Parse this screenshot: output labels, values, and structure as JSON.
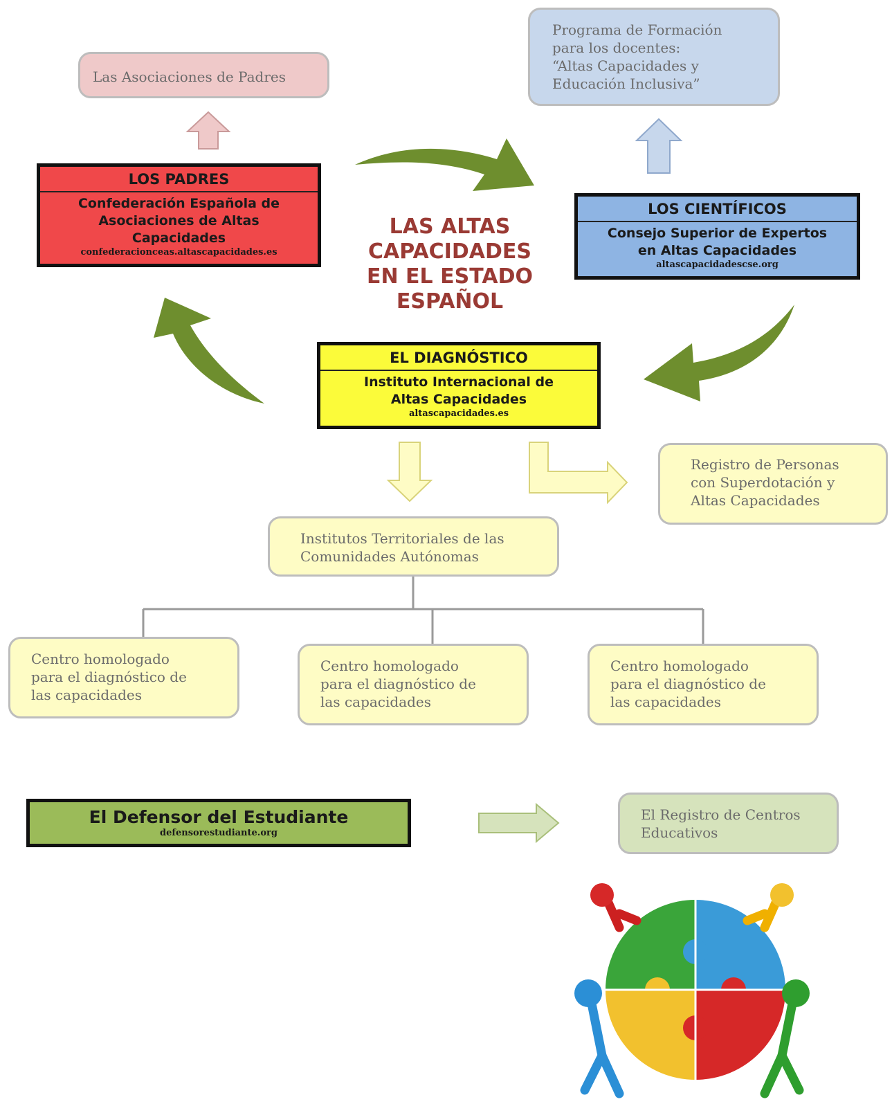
{
  "title": [
    "LAS ALTAS",
    "CAPACIDADES",
    "EN EL ESTADO",
    "ESPAÑOL"
  ],
  "padres_box": {
    "head": "LOS PADRES",
    "body": [
      "Confederación Española de",
      "Asociaciones de Altas",
      "Capacidades"
    ],
    "url": "confederacionceas.altascapacidades.es"
  },
  "asociaciones": "Las Asociaciones de Padres",
  "cientificos_box": {
    "head": "LOS CIENTÍFICOS",
    "body": [
      "Consejo Superior de Expertos",
      "en Altas Capacidades"
    ],
    "url": "altascapacidadescse.org"
  },
  "programa": [
    "Programa de Formación",
    "para los docentes:",
    "“Altas Capacidades y",
    "Educación Inclusiva”"
  ],
  "diagnostico_box": {
    "head": "EL DIAGNÓSTICO",
    "body": [
      "Instituto Internacional de",
      "Altas Capacidades"
    ],
    "url": "altascapacidades.es"
  },
  "registro_personas": [
    "Registro de Personas",
    "con Superdotación y",
    "Altas Capacidades"
  ],
  "institutos": [
    "Institutos Territoriales de las",
    "Comunidades Autónomas"
  ],
  "centros": [
    [
      "Centro homologado",
      "para el diagnóstico de",
      "las capacidades"
    ],
    [
      "Centro homologado",
      "para el diagnóstico de",
      "las capacidades"
    ],
    [
      "Centro homologado",
      "para el diagnóstico de",
      "las capacidades"
    ]
  ],
  "defensor_box": {
    "head": "El Defensor del Estudiante",
    "url": "defensorestudiante.org"
  },
  "registro_centros": [
    "El Registro de Centros",
    "Educativos"
  ],
  "colors": {
    "padres": "#f0484a",
    "asociaciones": "#efc9c9",
    "cientificos": "#8eb4e3",
    "programa": "#c7d7ec",
    "diagnostico": "#fbfb3a",
    "pale_yellow": "#fefcc5",
    "defensor": "#9bbb59",
    "registro_centros": "#d6e3bc",
    "curved_arrow": "#6e8e2e"
  },
  "icons": [
    "curved-arrow",
    "block-arrow",
    "puzzle-team-icon"
  ]
}
